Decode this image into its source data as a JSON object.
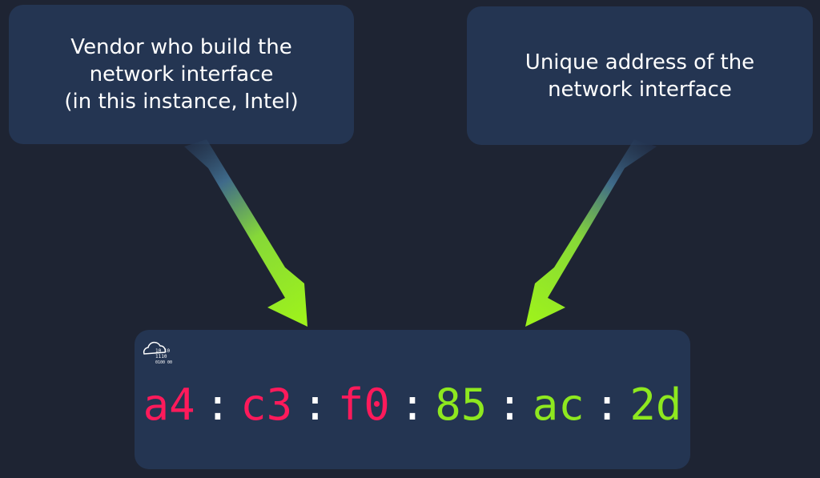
{
  "callouts": {
    "vendor": {
      "lines": [
        "Vendor who build the",
        "network interface",
        "(in this instance, Intel)"
      ]
    },
    "unique": {
      "lines": [
        "Unique address of the",
        "network interface"
      ]
    }
  },
  "logo": {
    "icon": "cloud-binary-icon",
    "text_lines": [
      "10 10",
      "1110",
      "0100 00"
    ]
  },
  "mac": {
    "separator": ":",
    "octets": [
      {
        "text": "a4",
        "group": "vendor"
      },
      {
        "text": "c3",
        "group": "vendor"
      },
      {
        "text": "f0",
        "group": "vendor"
      },
      {
        "text": "85",
        "group": "unique"
      },
      {
        "text": "ac",
        "group": "unique"
      },
      {
        "text": "2d",
        "group": "unique"
      }
    ]
  },
  "colors": {
    "background": "#1e2433",
    "box": "#243552",
    "vendor": "#ff1a5b",
    "unique": "#8ee81f",
    "text": "#ffffff"
  }
}
